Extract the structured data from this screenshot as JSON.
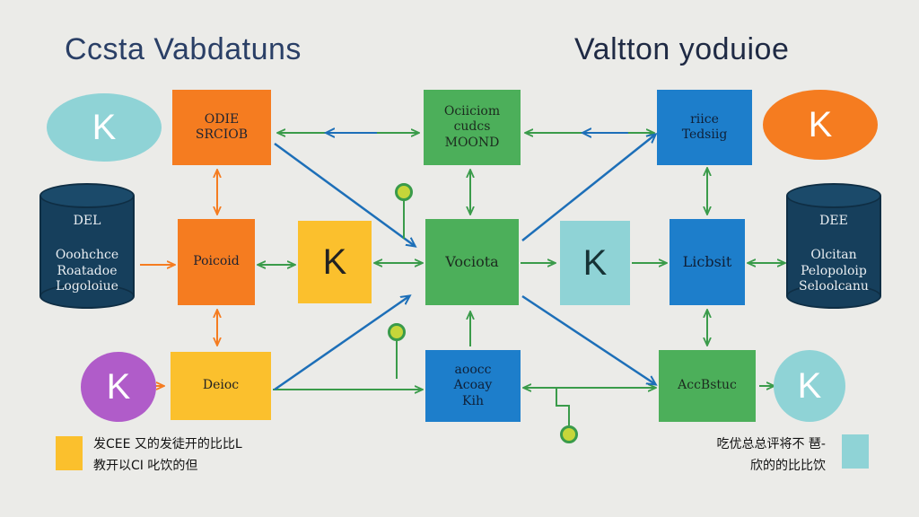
{
  "titles": {
    "left": "Ccsta Vabdatuns",
    "right": "Valtton yoduioe"
  },
  "nodes": {
    "orange_top": "ODIE\nSRCIOB",
    "orange_mid": "Poicoid",
    "yellow_bottom": "Deioc",
    "k_yellow": "K",
    "green_top": "Ociiciom\ncudcs\nMOOND",
    "green_center": "Vociota",
    "blue_bottom": "aoocc\nAcoay\nKih",
    "k_cyan": "K",
    "blue_top": "riice\nTedsiig",
    "blue_mid": "Licbsit",
    "green_bottom": "AccBstuc"
  },
  "ellipses": {
    "top_left": "K",
    "top_right": "K",
    "bottom_left": "K",
    "bottom_right": "K"
  },
  "databases": {
    "left": {
      "heading": "DEL",
      "lines": "Ooohchce\nRoatadoe\nLogoloiue"
    },
    "right": {
      "heading": "DEE",
      "lines": "Olcitan\nPelopoloip\nSeloolcanu"
    }
  },
  "legend": {
    "left_text": "发CEE 又的发徒开的比比L\n教开以CI 叱饮的但",
    "right_text": "吃优总总评将不 琶-\n欣的的比比饮"
  },
  "colors": {
    "orange": "#f57c20",
    "green": "#4caf5a",
    "blue": "#1d7ecb",
    "yellow": "#fbc02d",
    "cyan": "#8fd3d6",
    "purple": "#b05cc9",
    "database": "#163f5c"
  }
}
